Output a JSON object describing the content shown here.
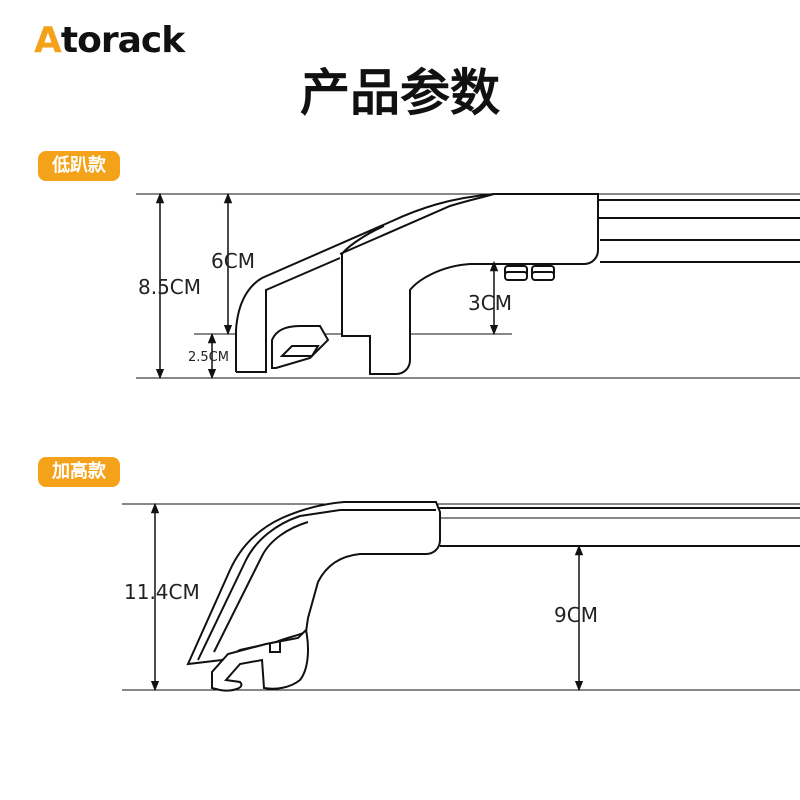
{
  "brand": {
    "logo_first": "A",
    "logo_rest": "torack"
  },
  "page_title": "产品参数",
  "sections": {
    "low": {
      "label": "低趴款",
      "dims": {
        "total": "8.5CM",
        "body": "6CM",
        "clearance": "2.5CM",
        "gap": "3CM"
      }
    },
    "high": {
      "label": "加高款",
      "dims": {
        "total": "11.4CM",
        "bar": "9CM"
      }
    }
  }
}
